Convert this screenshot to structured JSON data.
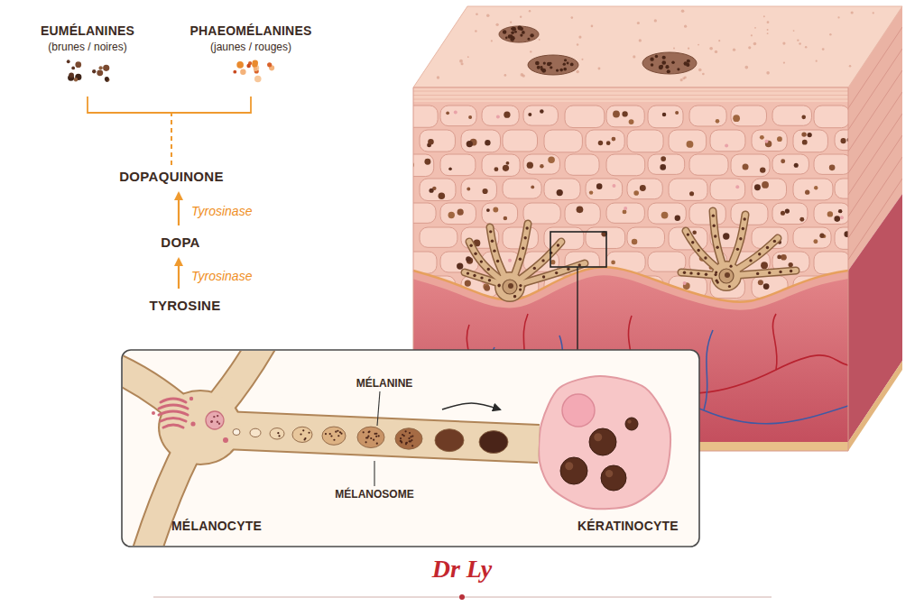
{
  "diagram": {
    "nodes": [
      {
        "text": [
          "EUMÉLANINES",
          "(brunes / noires)"
        ]
      },
      {
        "text": [
          "PHAEOMÉLANINES",
          "(jaunes / rouges)"
        ]
      },
      {
        "text": [
          "DOPAQUINONE"
        ]
      },
      {
        "text": [
          "DOPA"
        ]
      },
      {
        "text": [
          "TYROSINE"
        ]
      },
      {
        "text": [
          "MÉLANOCYTE"
        ]
      },
      {
        "text": [
          "KÉRATINOCYTE"
        ]
      }
    ],
    "edges": [
      {
        "from": 4,
        "to": 3,
        "arrow": "to",
        "label": "Tyrosinase"
      },
      {
        "from": 3,
        "to": 2,
        "arrow": "to",
        "label": "Tyrosinase"
      },
      {
        "from": 2,
        "to": 0,
        "arrow": "none"
      },
      {
        "from": 2,
        "to": 1,
        "arrow": "none"
      },
      {
        "from": 5,
        "to": 6,
        "arrow": "to"
      }
    ],
    "labels": [
      "MÉLANINE",
      "MÉLANOSOME",
      "Dr Ly"
    ]
  }
}
